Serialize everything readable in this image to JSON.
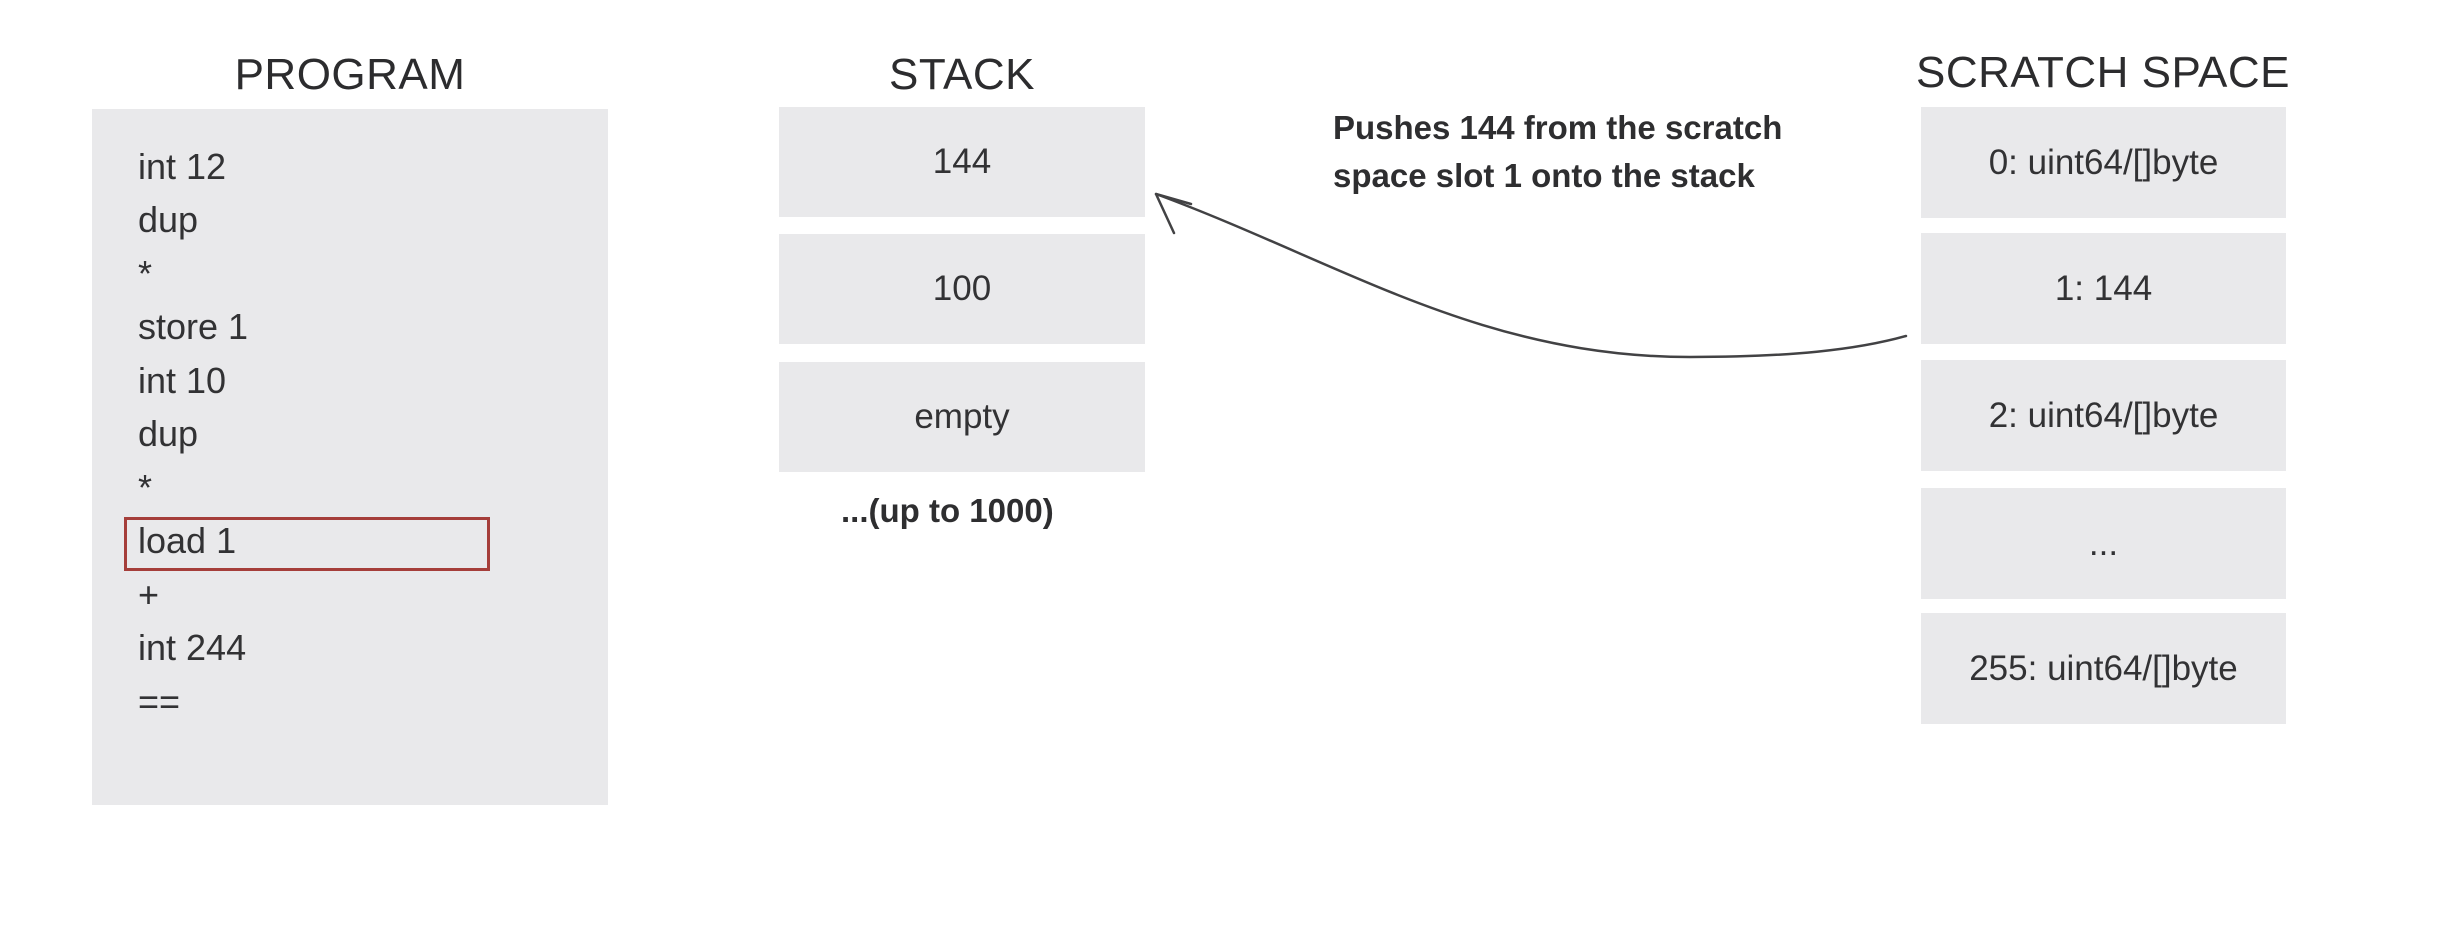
{
  "diagram": {
    "program": {
      "title": "PROGRAM",
      "lines": [
        "int 12",
        "dup",
        "*",
        "store 1",
        "int 10",
        "dup",
        "*",
        "load 1",
        "+",
        "int 244",
        "=="
      ],
      "highlighted_line": "load 1"
    },
    "stack": {
      "title": "STACK",
      "slots": [
        "144",
        "100",
        "empty"
      ],
      "note": "...(up to 1000)"
    },
    "scratch": {
      "title": "SCRATCH SPACE",
      "slots": [
        "0: uint64/[]byte",
        "1: 144",
        "2: uint64/[]byte",
        "...",
        "255: uint64/[]byte"
      ]
    },
    "annotation": {
      "line1": "Pushes 144 from the scratch",
      "line2": "space slot 1 onto the stack"
    },
    "colors": {
      "box_fill": "#e9e9eb",
      "highlight_border": "#a53e3a",
      "text": "#313133",
      "arrow": "#424244",
      "background": "#ffffff"
    }
  }
}
